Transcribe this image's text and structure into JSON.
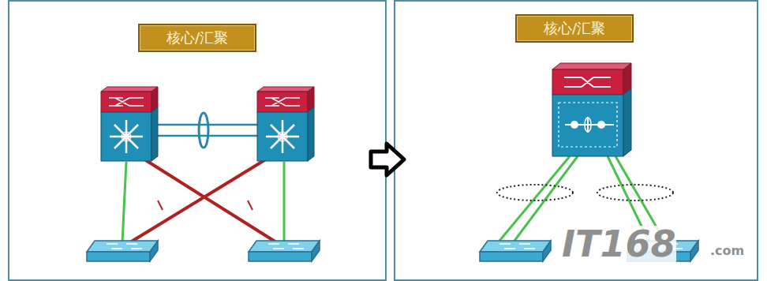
{
  "diagram": {
    "nodes": [
      {
        "text": [
          "核心/汇聚"
        ]
      },
      {
        "text": [
          "核心/汇聚"
        ]
      }
    ],
    "labels": [
      "IT168",
      ".com"
    ]
  }
}
